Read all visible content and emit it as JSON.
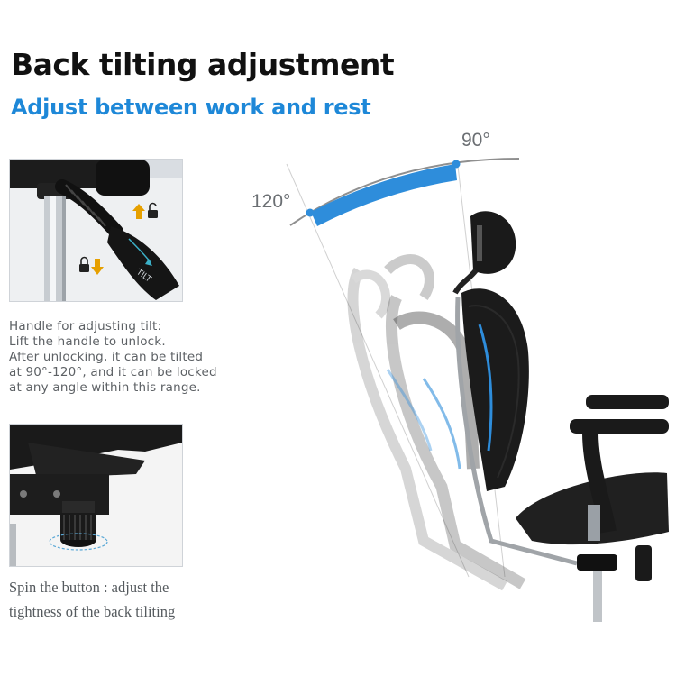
{
  "heading": {
    "title": "Back tilting adjustment",
    "subtitle": "Adjust between work and rest"
  },
  "tilt_handle": {
    "description_lines": [
      "Handle for adjusting tilt:",
      "Lift the handle to unlock.",
      "After unlocking, it can be tilted",
      "at 90°-120°, and it can be locked",
      "at any angle within this range."
    ]
  },
  "tension_knob": {
    "caption_lines": [
      "Spin the button : adjust the",
      "tightness of the back tiliting"
    ]
  },
  "angles": {
    "upright_label": "90°",
    "reclined_label": "120°"
  },
  "colors": {
    "title": "#111111",
    "accent_blue": "#1e88d8",
    "body_text": "#5d6165"
  },
  "icons": [
    "up-arrow-icon",
    "unlock-icon",
    "lock-icon",
    "down-arrow-icon"
  ]
}
